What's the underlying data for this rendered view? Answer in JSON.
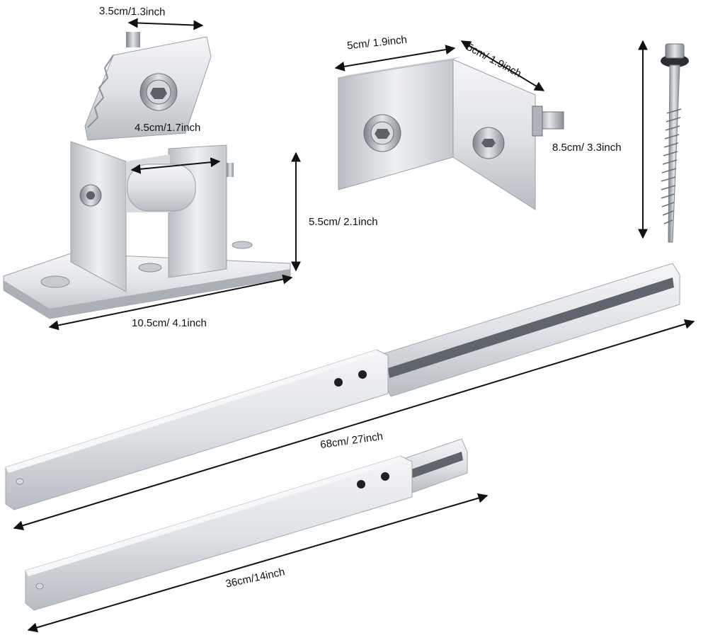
{
  "dimensions": {
    "hinge_top_width": "3.5cm/1.3inch",
    "hinge_inner_width": "4.5cm/1.7inch",
    "hinge_height": "5.5cm/ 2.1inch",
    "base_length": "10.5cm/ 4.1inch",
    "angle_width": "5cm/ 1.9inch",
    "angle_depth": "5cm/ 1.9inch",
    "screw_length": "8.5cm/ 3.3inch",
    "long_arm_length": "68cm/ 27inch",
    "short_arm_length": "36cm/14inch"
  },
  "colors": {
    "aluminum_light": "#e9ebee",
    "aluminum_mid": "#c9cdd2",
    "aluminum_dark": "#9aa0a7",
    "steel": "#b9bec4",
    "background": "#ffffff"
  }
}
